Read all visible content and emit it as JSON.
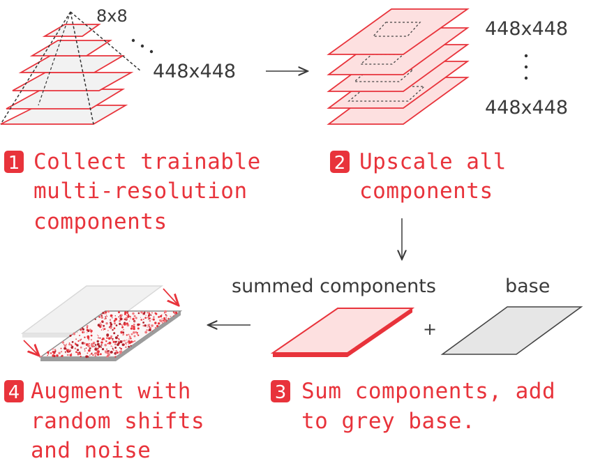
{
  "colors": {
    "accent": "#e8333b",
    "layer_fill": "#fde0e0",
    "grey_fill": "#e6e6e6",
    "text": "#3a3a3a"
  },
  "labels": {
    "top_res": "8x8",
    "pyramid_res": "448x448",
    "stack_top_res": "448x448",
    "stack_bottom_res": "448x448",
    "summed": "summed components",
    "base": "base",
    "plus": "+"
  },
  "steps": [
    {
      "num": "1",
      "lines": [
        "Collect trainable",
        "multi-resolution",
        "components"
      ]
    },
    {
      "num": "2",
      "lines": [
        "Upscale all",
        "components"
      ]
    },
    {
      "num": "3",
      "lines": [
        "Sum components, add",
        "to grey base."
      ]
    },
    {
      "num": "4",
      "lines": [
        "Augment with",
        "random shifts",
        "and noise"
      ]
    }
  ]
}
